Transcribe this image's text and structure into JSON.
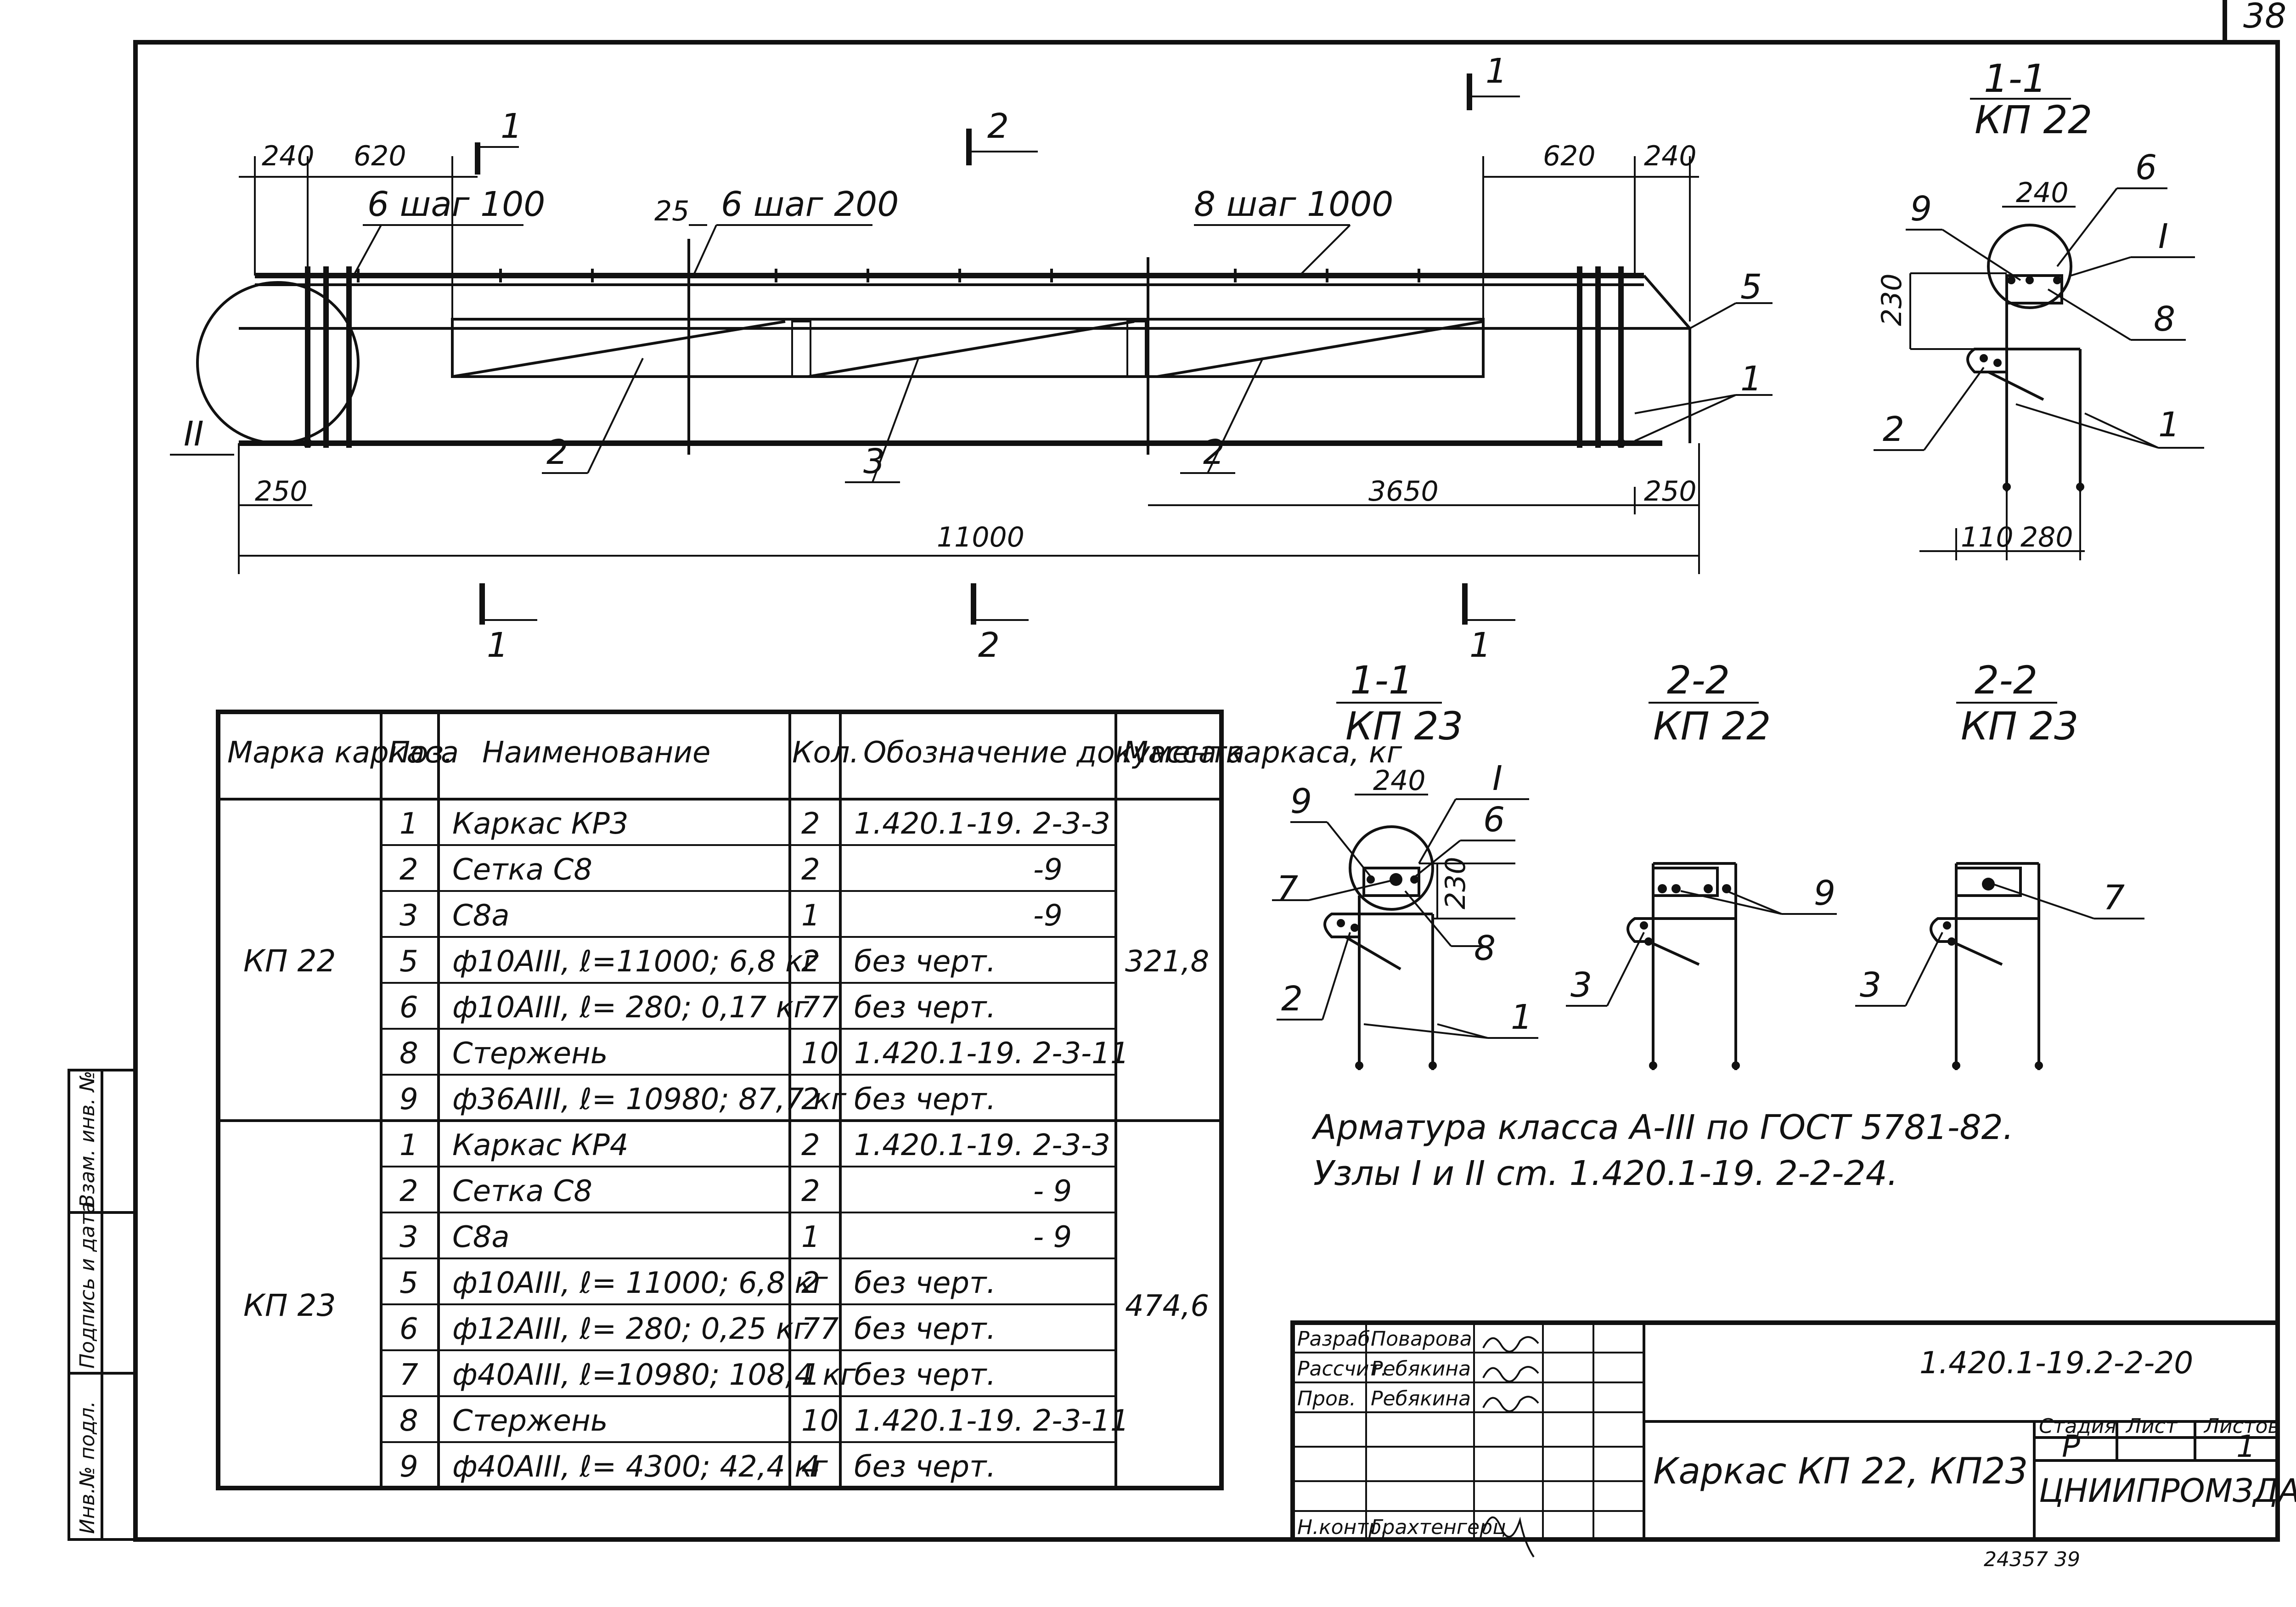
{
  "sheet_number": "38",
  "bottom_numbers": "24357   39",
  "side_stamp": {
    "col1": "Инв.№ подл.",
    "col2": "Подпись и дата",
    "col3": "Взам. инв. №"
  },
  "elevation": {
    "dims_top_left": [
      "240",
      "620"
    ],
    "dims_top_right": [
      "620",
      "240"
    ],
    "dim_25": "25",
    "bar_labels": [
      "6 шаг 100",
      "6 шаг 200",
      "8 шаг 1000"
    ],
    "dims_bottom": [
      "250",
      "3650",
      "250"
    ],
    "dim_total": "11000",
    "leaders": [
      "5",
      "1",
      "2",
      "3",
      "2",
      "II"
    ],
    "cuts_top": [
      "1",
      "2",
      "1"
    ],
    "cuts_bottom": [
      "1",
      "2",
      "1"
    ]
  },
  "section_11_kp22": {
    "title": "1-1",
    "subtitle": "КП 22",
    "dims": [
      "240",
      "230",
      "110",
      "280"
    ],
    "leaders": [
      "9",
      "6",
      "I",
      "8",
      "2",
      "1"
    ]
  },
  "section_11_kp23": {
    "title": "1-1",
    "subtitle": "КП 23",
    "dims": [
      "240",
      "230"
    ],
    "leaders": [
      "9",
      "I",
      "6",
      "7",
      "8",
      "2",
      "1"
    ]
  },
  "section_22_kp22": {
    "title": "2-2",
    "subtitle": "КП 22",
    "leaders": [
      "9",
      "3"
    ]
  },
  "section_22_kp23": {
    "title": "2-2",
    "subtitle": "КП 23",
    "leaders": [
      "7",
      "3"
    ]
  },
  "notes": [
    "Арматура класса  А-III  по  ГОСТ 5781-82.",
    "Узлы  I и II  cm.  1.420.1-19. 2-2-24."
  ],
  "spec_table": {
    "headers": [
      "Марка каркаса",
      "Поз.",
      "Наименование",
      "Кол.",
      "Обозначение документа",
      "Масса каркаса, кг"
    ],
    "groups": [
      {
        "mark": "КП 22",
        "mass": "321,8",
        "rows": [
          {
            "pos": "1",
            "name": "Каркас        КР3",
            "qty": "2",
            "doc": "1.420.1-19. 2-3-3"
          },
          {
            "pos": "2",
            "name": "Сетка         С8",
            "qty": "2",
            "doc": "-9"
          },
          {
            "pos": "3",
            "name": "С8а",
            "qty": "1",
            "doc": "-9"
          },
          {
            "pos": "5",
            "name": "ф10АIII, ℓ=11000; 6,8 кг",
            "qty": "2",
            "doc": "без черт."
          },
          {
            "pos": "6",
            "name": "ф10АIII, ℓ= 280; 0,17 кг",
            "qty": "77",
            "doc": "без черт."
          },
          {
            "pos": "8",
            "name": "Стержень",
            "qty": "10",
            "doc": "1.420.1-19. 2-3-11"
          },
          {
            "pos": "9",
            "name": "ф36АIII, ℓ= 10980; 87,7 кг",
            "qty": "2",
            "doc": "без черт."
          }
        ]
      },
      {
        "mark": "КП 23",
        "mass": "474,6",
        "rows": [
          {
            "pos": "1",
            "name": "Каркас        КР4",
            "qty": "2",
            "doc": "1.420.1-19. 2-3-3"
          },
          {
            "pos": "2",
            "name": "Сетка         С8",
            "qty": "2",
            "doc": "- 9"
          },
          {
            "pos": "3",
            "name": "С8а",
            "qty": "1",
            "doc": "- 9"
          },
          {
            "pos": "5",
            "name": "ф10АIII, ℓ= 11000; 6,8 кг",
            "qty": "2",
            "doc": "без черт."
          },
          {
            "pos": "6",
            "name": "ф12АIII, ℓ= 280; 0,25 кг",
            "qty": "77",
            "doc": "без черт."
          },
          {
            "pos": "7",
            "name": "ф40АIII, ℓ=10980; 108,4 кг",
            "qty": "1",
            "doc": "без черт."
          },
          {
            "pos": "8",
            "name": "Стержень",
            "qty": "10",
            "doc": "1.420.1-19. 2-3-11"
          },
          {
            "pos": "9",
            "name": "ф40АIII, ℓ= 4300; 42,4 кг",
            "qty": "4",
            "doc": "без черт."
          }
        ]
      }
    ]
  },
  "title_block": {
    "doc_code": "1.420.1-19.2-2-20",
    "title": "Каркас  КП 22,  КП23",
    "stage_header": "Стадия",
    "sheet_header": "Лист",
    "sheets_header": "Листов",
    "stage": "Р",
    "sheet": "",
    "sheets": "1",
    "org": "ЦНИИПРОМЗДАНИЙ",
    "roles": [
      {
        "role": "Разраб.",
        "name": "Поварова"
      },
      {
        "role": "Рассчит.",
        "name": "Ребякина"
      },
      {
        "role": "Пров.",
        "name": "Ребякина"
      },
      {
        "role": "",
        "name": ""
      },
      {
        "role": "",
        "name": ""
      },
      {
        "role": "Н.контр.",
        "name": "Грахтенгерц"
      }
    ]
  }
}
